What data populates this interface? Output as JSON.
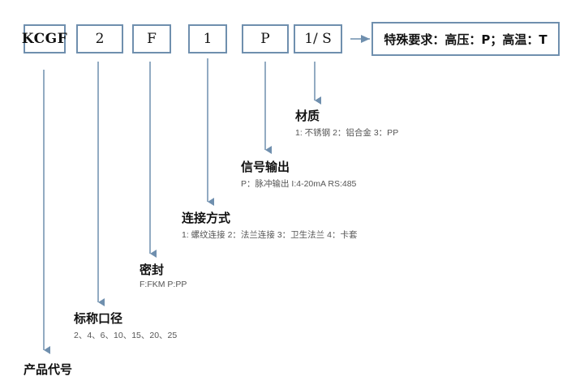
{
  "codes": [
    "KCGF",
    "2",
    "F",
    "1",
    "P",
    "1/ S"
  ],
  "special": "特殊要求：高压：P；高温：T",
  "fields": [
    {
      "title": "材质",
      "desc": "1:  不锈钢 2：铝合金 3：PP"
    },
    {
      "title": "信号输出",
      "desc": "P：脉冲输出 I:4-20mA RS:485"
    },
    {
      "title": "连接方式",
      "desc": "1:  螺纹连接  2：法兰连接 3：卫生法兰 4：卡套"
    },
    {
      "title": "密封",
      "desc": "F:FKM    P:PP"
    },
    {
      "title": "标称口径",
      "desc": "2、4、6、10、15、20、25"
    },
    {
      "title": "产品代号",
      "desc": ""
    }
  ],
  "colors": {
    "border": "#6f8fae",
    "arrow": "#6f8fae"
  }
}
